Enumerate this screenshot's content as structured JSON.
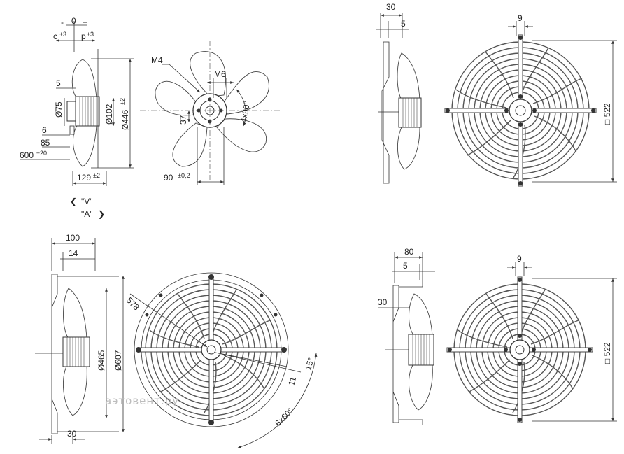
{
  "views": {
    "side_small": {
      "dim_minus": "-",
      "dim_zero": "0",
      "dim_plus": "+",
      "dim_c": "c",
      "dim_c_tol": "±3",
      "dim_p": "p",
      "dim_p_tol": "±3",
      "dim_5": "5",
      "dim_075": "Ø75",
      "dim_0102": "Ø102",
      "dim_0446": "Ø446",
      "dim_0446_tol": "±2",
      "dim_6": "6",
      "dim_85": "85",
      "dim_600": "600",
      "dim_600_tol": "±20",
      "dim_129": "129",
      "dim_129_tol": "±2",
      "label_v": "\"V\"",
      "label_a": "\"A\"",
      "arrow_left": "❮",
      "arrow_right": "❯"
    },
    "impeller": {
      "dim_m4": "M4",
      "dim_m6": "M6",
      "dim_37": "37",
      "dim_4x90": "4x90°",
      "dim_90": "90",
      "dim_90_tol": "±0,2"
    },
    "top_right_side": {
      "dim_30": "30",
      "dim_5": "5"
    },
    "top_right_front": {
      "dim_9": "9",
      "dim_522": "□ 522"
    },
    "bottom_left_side": {
      "dim_100": "100",
      "dim_14": "14",
      "dim_0465": "Ø465",
      "dim_0607": "Ø607",
      "dim_30": "30"
    },
    "bottom_left_front": {
      "dim_578": "578",
      "dim_15": "15°",
      "dim_11": "11",
      "dim_6x60": "6x60°"
    },
    "bottom_right_side": {
      "dim_80": "80",
      "dim_5": "5",
      "dim_30": "30"
    },
    "bottom_right_front": {
      "dim_9": "9",
      "dim_522": "□ 522"
    }
  },
  "watermark": "аэтовент.ру"
}
